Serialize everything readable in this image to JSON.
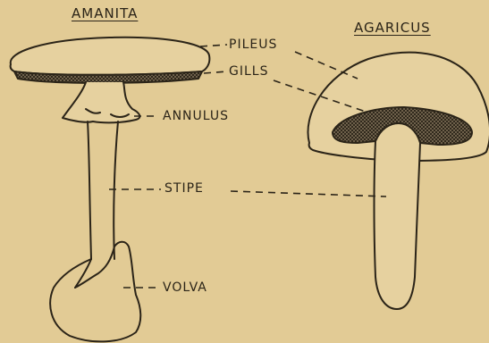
{
  "titles": {
    "left": "AMANITA",
    "right": "AGARICUS"
  },
  "labels": {
    "pileus": "PILEUS",
    "gills": "GILLS",
    "annulus": "ANNULUS",
    "stipe": "STIPE",
    "volva": "VOLVA"
  },
  "colors": {
    "background": "#e2cb95",
    "ink": "#2b2418",
    "gill_fill": "#4a4035"
  }
}
